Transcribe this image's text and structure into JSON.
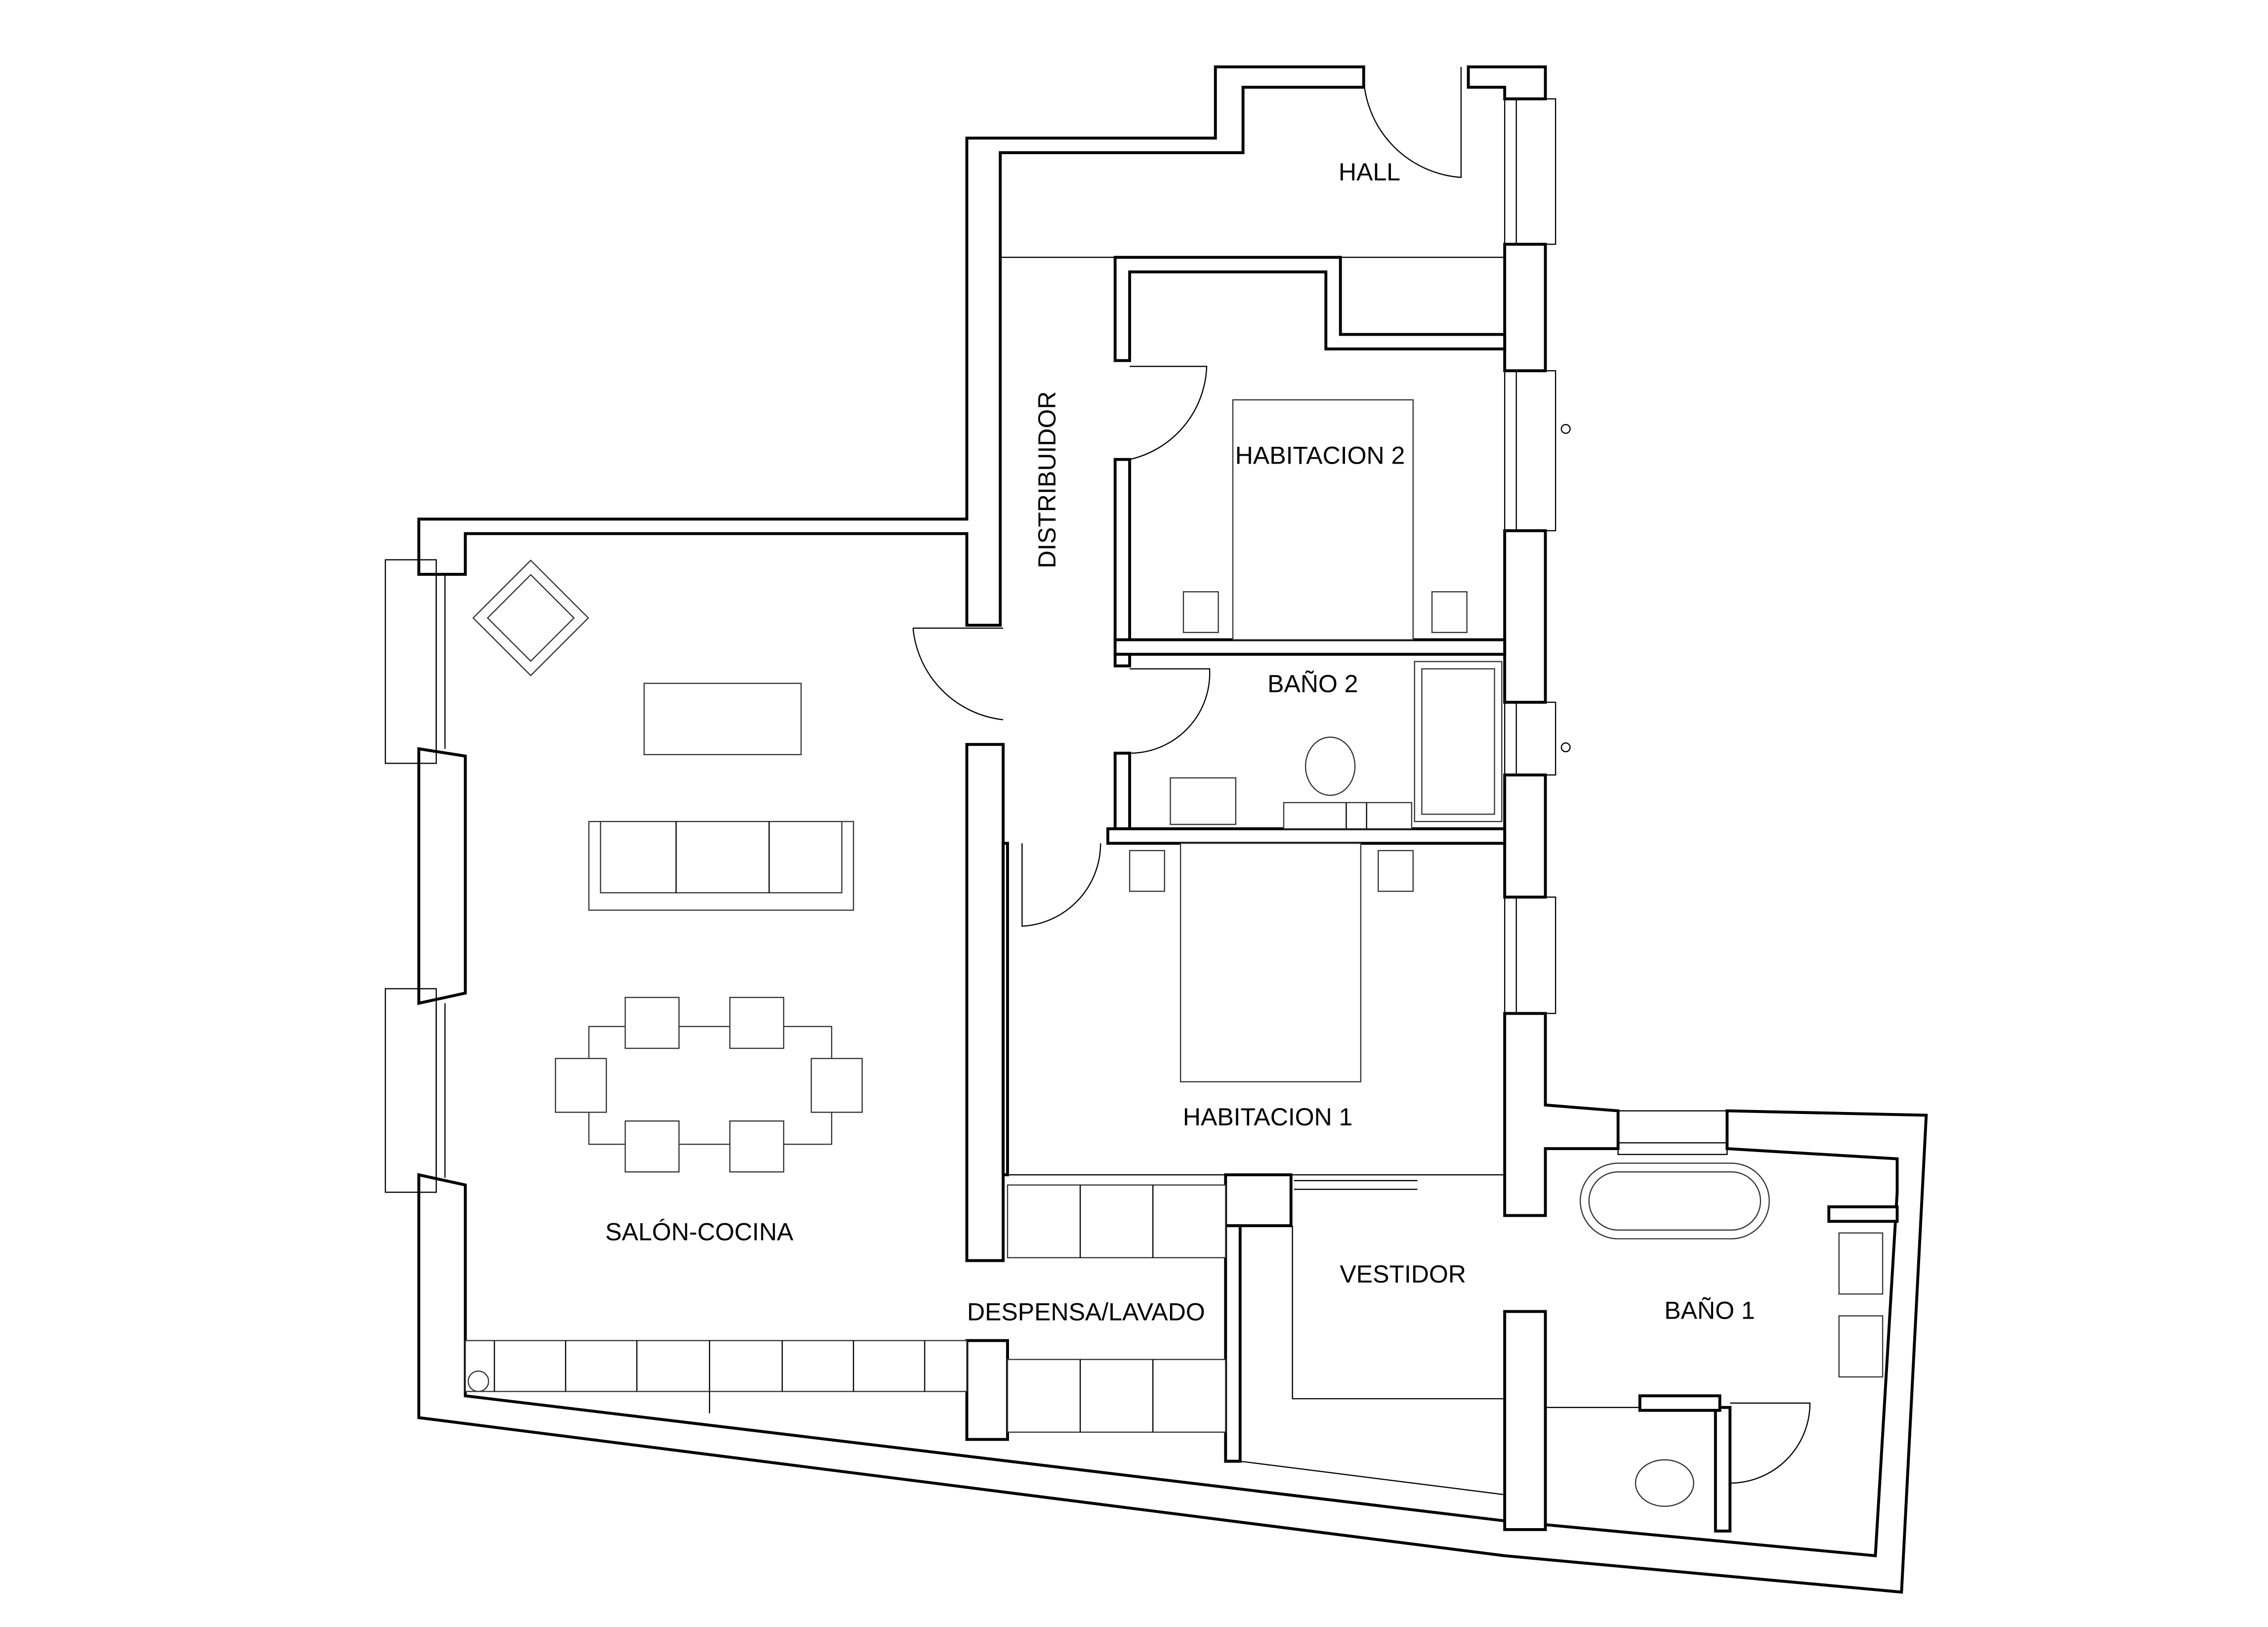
{
  "plan": {
    "rooms": {
      "hall": "HALL",
      "habitacion2": "HABITACION 2",
      "distribuidor": "DISTRIBUIDOR",
      "bano2": "BAÑO 2",
      "habitacion1": "HABITACION 1",
      "salon_cocina": "SALÓN-COCINA",
      "vestidor": "VESTIDOR",
      "despensa_lavado": "DESPENSA/LAVADO",
      "bano1": "BAÑO 1"
    },
    "colors": {
      "line": "#000000",
      "background": "#ffffff"
    }
  }
}
